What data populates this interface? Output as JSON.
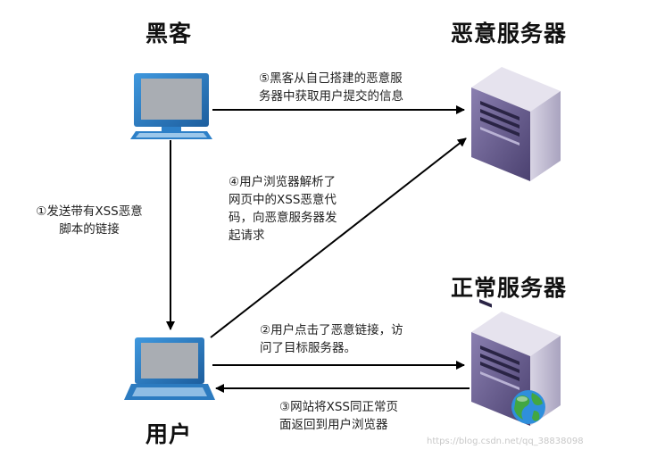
{
  "nodes": {
    "hacker": {
      "title": "黑客"
    },
    "malicious_server": {
      "title": "恶意服务器"
    },
    "normal_server": {
      "title": "正常服务器"
    },
    "user": {
      "title": "用户"
    }
  },
  "steps": {
    "step1": {
      "lines": [
        "①发送带有XSS恶意",
        "脚本的链接"
      ]
    },
    "step2": {
      "lines": [
        "②用户点击了恶意链接，访",
        "问了目标服务器。"
      ]
    },
    "step3": {
      "lines": [
        "③网站将XSS同正常页",
        "面返回到用户浏览器"
      ]
    },
    "step4": {
      "lines": [
        "④用户浏览器解析了",
        "网页中的XSS恶意代",
        "码，向恶意服务器发",
        "起请求"
      ]
    },
    "step5": {
      "lines": [
        "⑤黑客从自己搭建的恶意服",
        "务器中获取用户提交的信息"
      ]
    }
  },
  "watermark": "https://blog.csdn.net/qq_38838098",
  "colors": {
    "arrow": "#000000",
    "screen_blue": "#2d80c8",
    "laptop_blue": "#2c7bc0",
    "server_purple": "#6a5d8e",
    "globe_blue": "#2f8fdc",
    "globe_green": "#42a742"
  }
}
